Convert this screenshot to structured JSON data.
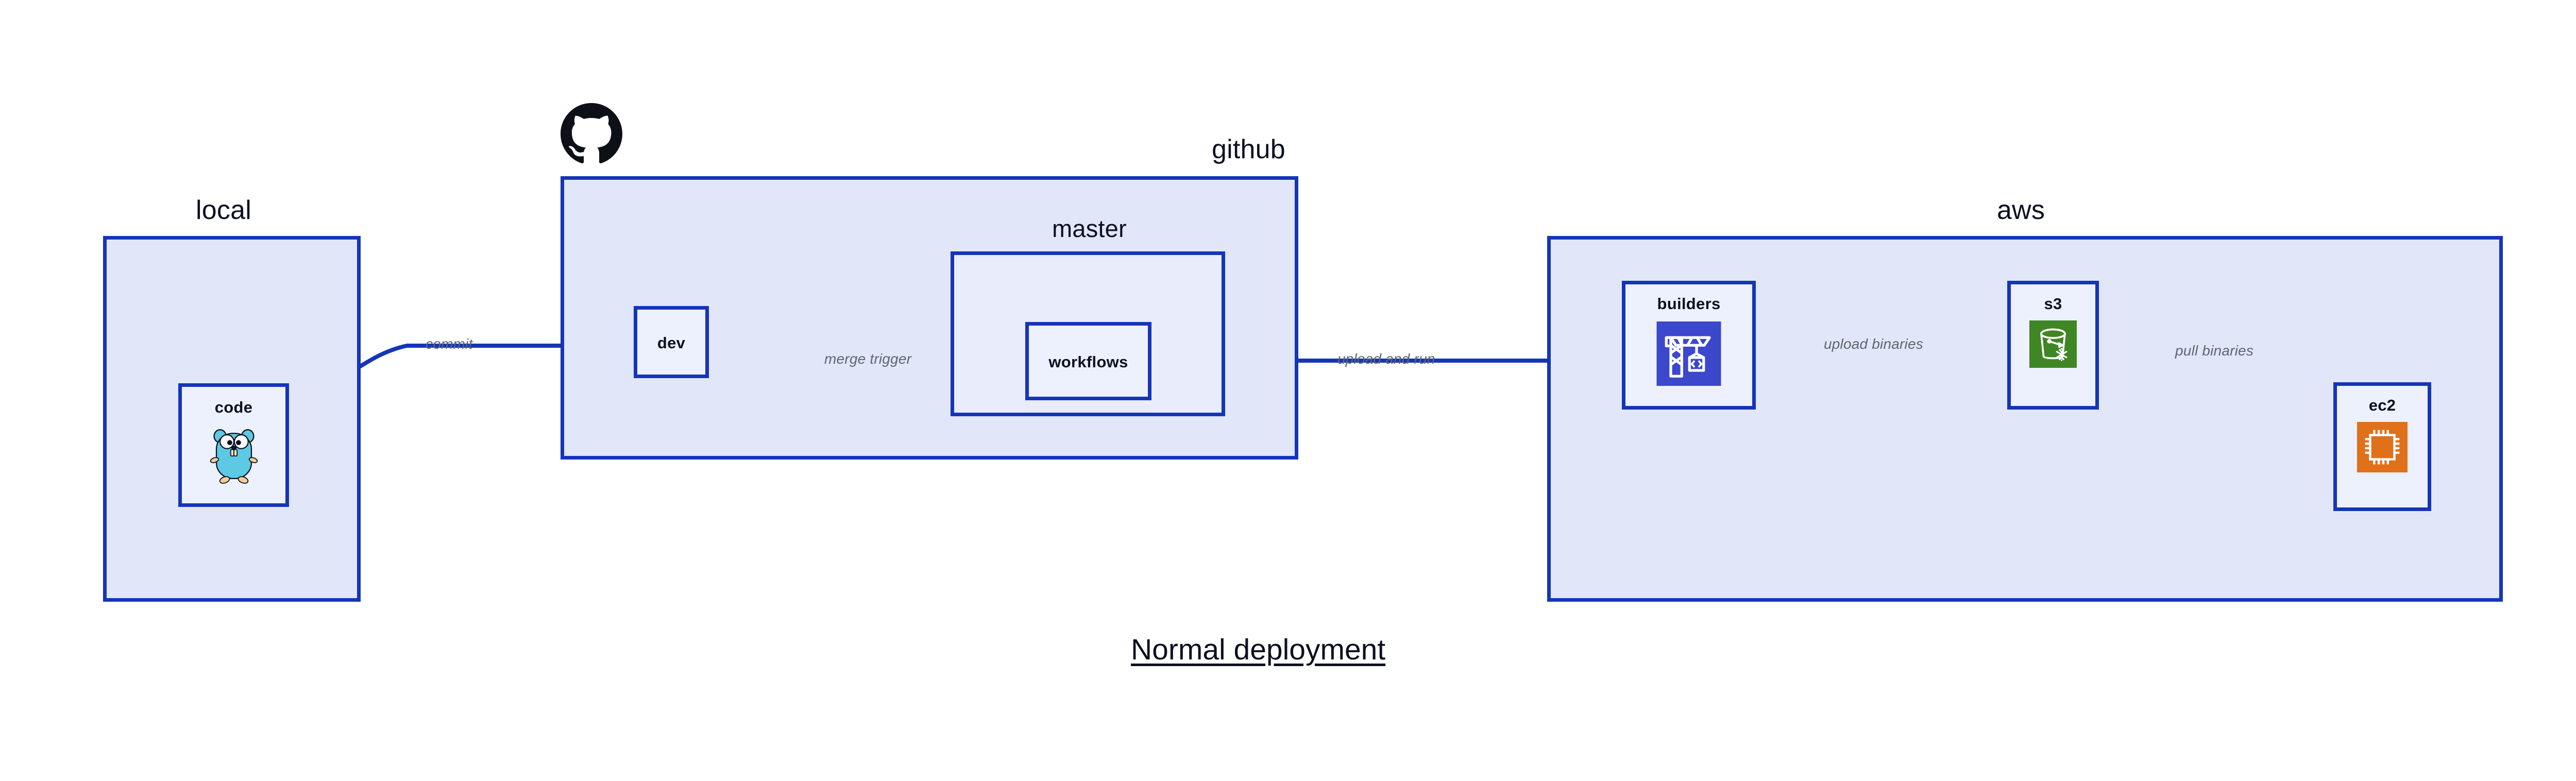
{
  "title": "Normal deployment",
  "colors": {
    "edge": "#1535b8",
    "group_fill": "#e2e6f9",
    "subgroup_fill": "#e8ecfb",
    "node_fill": "#edf1fd",
    "border": "#1535b8",
    "label_text": "#0d1021",
    "edge_label_text": "#5f6570",
    "codebuild": "#3b48cc",
    "s3": "#3f8624",
    "ec2": "#e0701a",
    "gopher": "#5dc9e2",
    "octocat": "#0d1117"
  },
  "groups": [
    {
      "id": "local",
      "label": "local"
    },
    {
      "id": "github",
      "label": "github"
    },
    {
      "id": "aws",
      "label": "aws"
    }
  ],
  "subgroups": [
    {
      "id": "master",
      "label": "master",
      "parent": "github"
    }
  ],
  "nodes": [
    {
      "id": "code",
      "label": "code",
      "icon": "go-gopher-icon",
      "parent": "local"
    },
    {
      "id": "dev",
      "label": "dev",
      "icon": "none",
      "parent": "github"
    },
    {
      "id": "workflows",
      "label": "workflows",
      "icon": "none",
      "parent": "master"
    },
    {
      "id": "builders",
      "label": "builders",
      "icon": "aws-codebuild-icon",
      "parent": "aws"
    },
    {
      "id": "s3",
      "label": "s3",
      "icon": "aws-s3-icon",
      "parent": "aws"
    },
    {
      "id": "ec2",
      "label": "ec2",
      "icon": "aws-ec2-icon",
      "parent": "aws"
    }
  ],
  "edges": [
    {
      "id": "commit",
      "from": "code",
      "to": "dev",
      "label": "commit"
    },
    {
      "id": "merge-trigger",
      "from": "dev",
      "to": "workflows",
      "label": "merge trigger"
    },
    {
      "id": "upload-and-run",
      "from": "workflows",
      "to": "builders",
      "label": "upload and run"
    },
    {
      "id": "upload-binaries",
      "from": "builders",
      "to": "s3",
      "label": "upload binaries"
    },
    {
      "id": "pull-binaries",
      "from": "s3",
      "to": "ec2",
      "label": "pull binaries"
    }
  ],
  "brand_icons": [
    {
      "id": "github-octocat",
      "name": "github-octocat-icon"
    }
  ]
}
